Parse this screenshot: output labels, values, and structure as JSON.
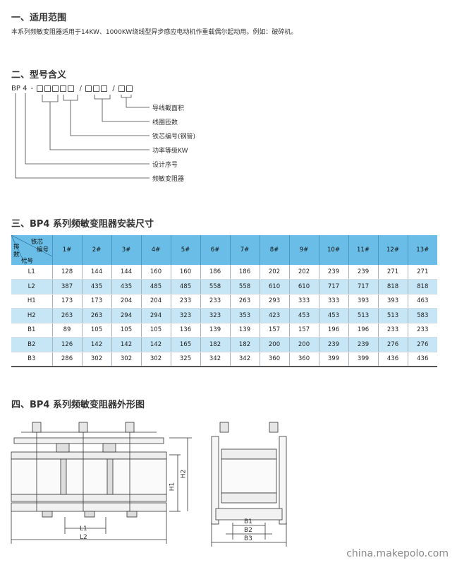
{
  "sections": {
    "s1_title": "一、适用范围",
    "s1_text": "本系列频敏变阻器适用于14KW、1000KW绕线型异步感应电动机作重载偶尔起动用。例如：破碎机。",
    "s2_title": "二、型号含义",
    "s3_title": "三、BP4 系列频敏变阻器安装尺寸",
    "s4_title": "四、BP4 系列频敏变阻器外形图"
  },
  "model": {
    "prefix": "BP 4",
    "dash": "-",
    "slash": "/",
    "legend": [
      "导线截面积",
      "线圈匝数",
      "铁芯编号(钢管)",
      "功率等级KW",
      "设计序号",
      "频敏变阻器"
    ]
  },
  "table": {
    "corner": {
      "top": "铁芯",
      "mid": "编号",
      "left_a": "排",
      "left_b": "数",
      "bottom": "代号"
    },
    "columns": [
      "1#",
      "2#",
      "3#",
      "4#",
      "5#",
      "6#",
      "7#",
      "8#",
      "9#",
      "10#",
      "11#",
      "12#",
      "13#"
    ],
    "rows": [
      {
        "code": "L1",
        "values": [
          "128",
          "144",
          "144",
          "160",
          "160",
          "186",
          "186",
          "202",
          "202",
          "239",
          "239",
          "271",
          "271"
        ]
      },
      {
        "code": "L2",
        "values": [
          "387",
          "435",
          "435",
          "485",
          "485",
          "558",
          "558",
          "610",
          "610",
          "717",
          "717",
          "818",
          "818"
        ]
      },
      {
        "code": "H1",
        "values": [
          "173",
          "173",
          "204",
          "204",
          "233",
          "233",
          "263",
          "293",
          "333",
          "333",
          "393",
          "393",
          "463"
        ]
      },
      {
        "code": "H2",
        "values": [
          "263",
          "263",
          "294",
          "294",
          "323",
          "323",
          "353",
          "423",
          "453",
          "453",
          "513",
          "513",
          "583"
        ]
      },
      {
        "code": "B1",
        "values": [
          "89",
          "105",
          "105",
          "105",
          "136",
          "139",
          "139",
          "157",
          "157",
          "196",
          "196",
          "233",
          "233"
        ]
      },
      {
        "code": "B2",
        "values": [
          "126",
          "142",
          "142",
          "142",
          "165",
          "182",
          "182",
          "200",
          "200",
          "239",
          "239",
          "276",
          "276"
        ]
      },
      {
        "code": "B3",
        "values": [
          "286",
          "302",
          "302",
          "302",
          "325",
          "342",
          "342",
          "360",
          "360",
          "399",
          "399",
          "436",
          "436"
        ]
      }
    ]
  },
  "diagram": {
    "labels": {
      "l1": "L1",
      "l2": "L2",
      "h1": "H1",
      "h2": "H2",
      "b1": "B1",
      "b2": "B2",
      "b3": "B3"
    }
  },
  "watermark": "china.makepolo.com"
}
